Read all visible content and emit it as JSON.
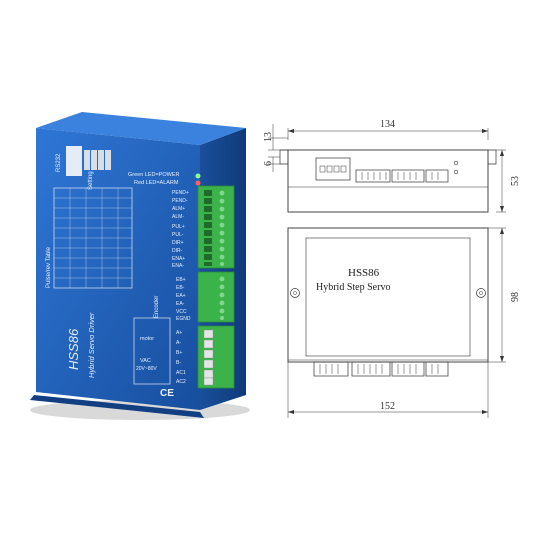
{
  "product": {
    "model": "HSS86",
    "subtitle": "Hybrid Servo Driver",
    "led_green": "Green LED=POWER",
    "led_red": "Red LED=ALARM",
    "port_rs232": "RS232",
    "setting_label": "Setting",
    "pulse_table_title": "Pulse/rev Table",
    "motor_label": "motor",
    "encoder_label": "Encoder",
    "vac_label": "VAC",
    "vac_range": "20V~80V",
    "ce_mark": "CE",
    "terminals_top": [
      "PEND+",
      "PEND-",
      "ALM+",
      "ALM-",
      "PUL+",
      "PUL-",
      "DIR+",
      "DIR-",
      "ENA+",
      "ENA-"
    ],
    "terminals_encoder": [
      "EB+",
      "EB-",
      "EA+",
      "EA-",
      "VCC",
      "EGND"
    ],
    "terminals_motor": [
      "A+",
      "A-",
      "B+",
      "B-",
      "AC1",
      "AC2"
    ]
  },
  "drawing": {
    "top_view": {
      "width_label": "134",
      "height_label": "53",
      "left_small_label": "13",
      "left_tiny_label": "6"
    },
    "front_view": {
      "title": "HSS86",
      "subtitle": "Hybrid Step Servo",
      "width_label": "152",
      "height_label": "98"
    }
  },
  "colors": {
    "body_blue": "#1f5fb8",
    "terminal_green": "#3bb24a",
    "line": "#333333"
  }
}
